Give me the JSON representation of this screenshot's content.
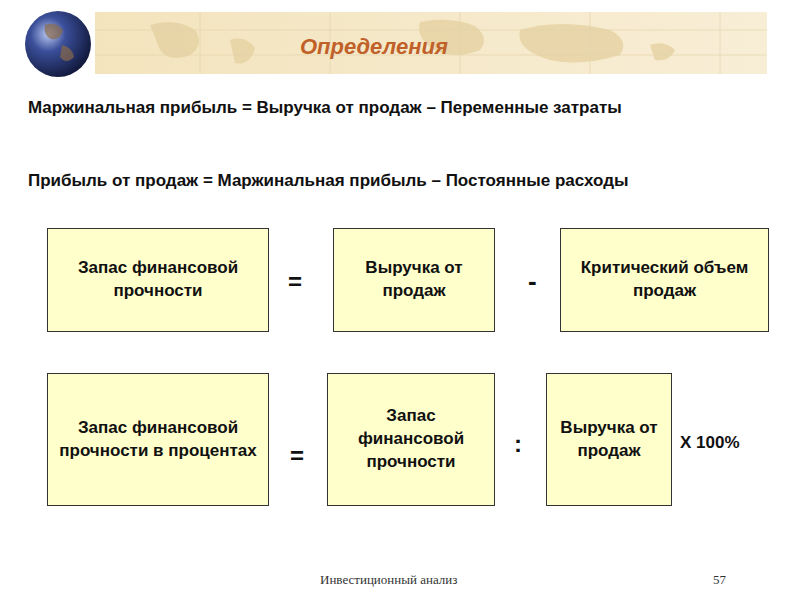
{
  "diagram": {
    "title": "Определения",
    "nodes": [
      {
        "text": [
          "Запас финансовой прочности"
        ]
      },
      {
        "text": [
          "Выручка от продаж"
        ]
      },
      {
        "text": [
          "Критический объем продаж"
        ]
      },
      {
        "text": [
          "Запас финансовой прочности в процентах"
        ]
      },
      {
        "text": [
          "Запас финансовой прочности"
        ]
      },
      {
        "text": [
          "Выручка от продаж"
        ]
      }
    ],
    "labels": [
      "Маржинальная прибыль = Выручка от продаж – Переменные затраты",
      "Прибыль от продаж = Маржинальная прибыль – Постоянные расходы",
      "=",
      "-",
      "=",
      ":",
      "X 100%",
      "Инвестиционный анализ",
      "57"
    ]
  }
}
